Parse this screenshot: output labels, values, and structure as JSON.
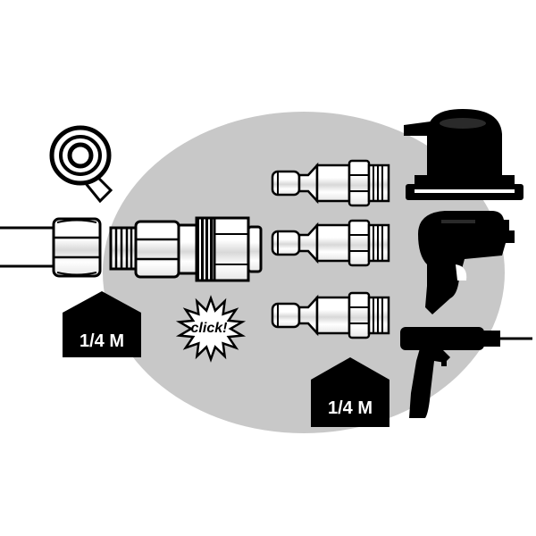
{
  "labels": {
    "thread_left": "1/4 M",
    "thread_right": "1/4 M",
    "click": "click!"
  },
  "colors": {
    "background": "#ffffff",
    "ellipse": "#c8c8c8",
    "ink": "#000000",
    "paper": "#ffffff"
  },
  "icons": {
    "tape": "ptfe-tape-roll-icon",
    "sander": "orbital-sander-icon",
    "impact": "impact-wrench-icon",
    "drill": "air-drill-icon"
  }
}
